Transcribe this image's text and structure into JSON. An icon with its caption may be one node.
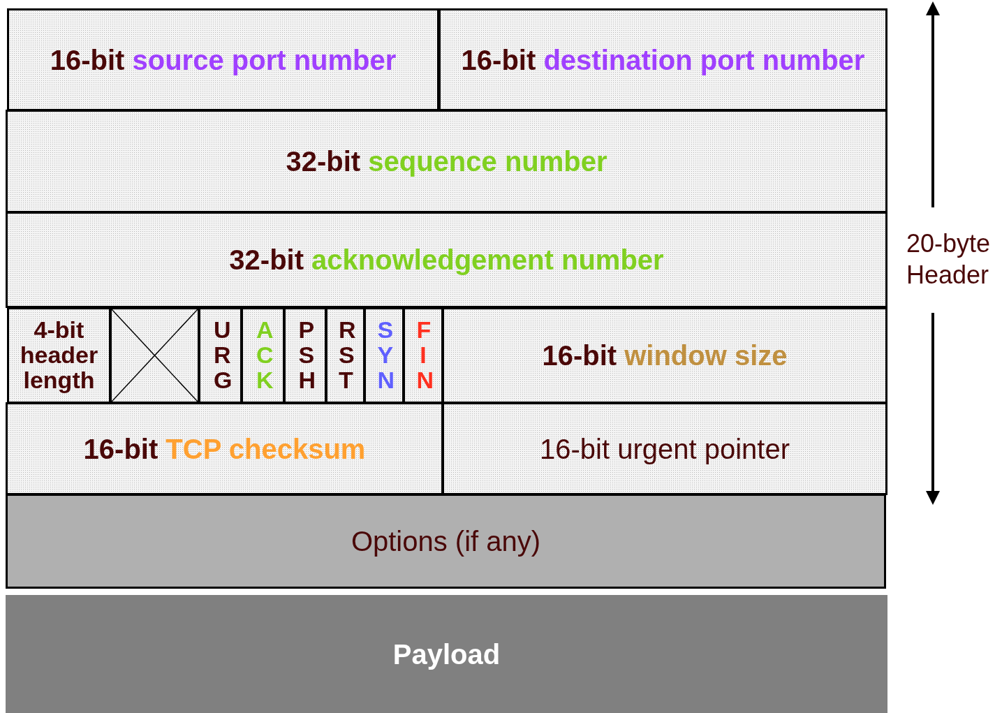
{
  "diagram": {
    "nodes": [
      {
        "text": [
          "16-bit",
          "source port number"
        ]
      },
      {
        "text": [
          "16-bit",
          "destination port number"
        ]
      },
      {
        "text": [
          "32-bit",
          "sequence number"
        ]
      },
      {
        "text": [
          "32-bit",
          "acknowledgement number"
        ]
      },
      {
        "text": [
          "4-bit header length"
        ]
      },
      {
        "text": [],
        "shape": "box"
      },
      {
        "text": [
          "URG"
        ]
      },
      {
        "text": [
          "ACK"
        ]
      },
      {
        "text": [
          "PSH"
        ]
      },
      {
        "text": [
          "RST"
        ]
      },
      {
        "text": [
          "SYN"
        ]
      },
      {
        "text": [
          "FIN"
        ]
      },
      {
        "text": [
          "16-bit",
          "window size"
        ]
      },
      {
        "text": [
          "16-bit",
          "TCP checksum"
        ]
      },
      {
        "text": [
          "16-bit urgent pointer"
        ]
      },
      {
        "text": [
          "Options (if any)"
        ]
      },
      {
        "text": [
          "Payload"
        ]
      }
    ],
    "edges": [],
    "labels": [
      "20-byte Header"
    ]
  }
}
